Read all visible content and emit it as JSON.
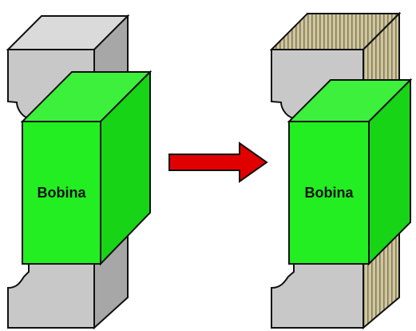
{
  "colors": {
    "core_front": "#c8c8c8",
    "core_top": "#dadada",
    "core_side": "#a7a7a7",
    "coil_front": "#22ee22",
    "coil_top": "#3cf03c",
    "coil_side": "#17d417",
    "arrow": "#e10000",
    "lamination_light": "#cfc7a1",
    "lamination_dark": "#857c54",
    "outline": "#111111"
  },
  "left_assembly": {
    "core_style": "solid",
    "coil_label": "Bobina"
  },
  "right_assembly": {
    "core_style": "laminated",
    "coil_label": "Bobina"
  },
  "arrow": {
    "direction": "right",
    "icon": "right-arrow-icon"
  }
}
